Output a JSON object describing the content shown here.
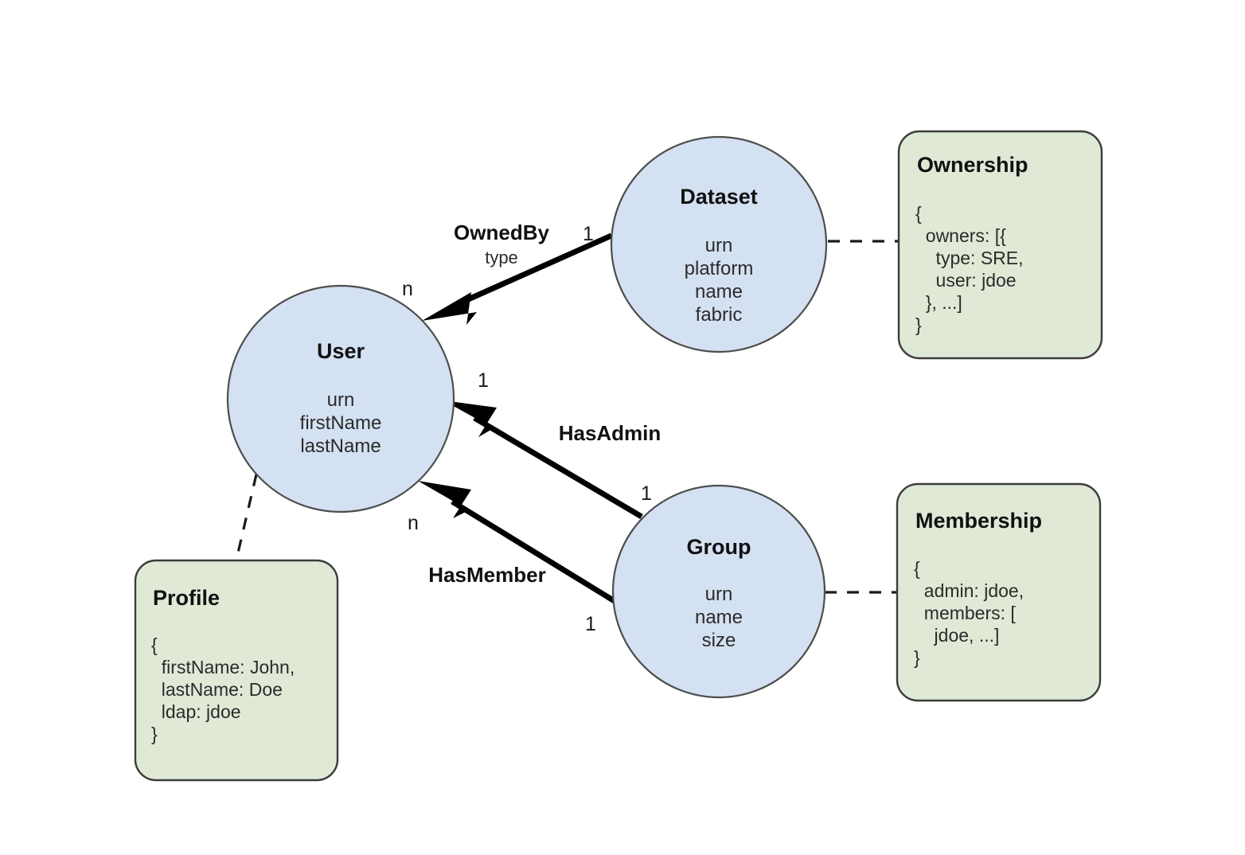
{
  "diagram": {
    "type": "entity-relationship",
    "background_color": "#ffffff",
    "entity_fill": "#d4e1f2",
    "aspect_fill": "#dfe9d5",
    "edge_color": "#000000"
  },
  "entities": {
    "dataset": {
      "title": "Dataset",
      "fields": [
        "urn",
        "platform",
        "name",
        "fabric"
      ]
    },
    "user": {
      "title": "User",
      "fields": [
        "urn",
        "firstName",
        "lastName"
      ]
    },
    "group": {
      "title": "Group",
      "fields": [
        "urn",
        "name",
        "size"
      ]
    }
  },
  "aspects": {
    "ownership": {
      "title": "Ownership",
      "lines": [
        "{",
        "  owners: [{",
        "    type: SRE,",
        "    user: jdoe",
        "  }, ...]",
        "}"
      ]
    },
    "membership": {
      "title": "Membership",
      "lines": [
        "{",
        "  admin: jdoe,",
        "  members: [",
        "    jdoe, ...]",
        "}"
      ]
    },
    "profile": {
      "title": "Profile",
      "lines": [
        "{",
        "  firstName: John,",
        "  lastName: Doe",
        "  ldap: jdoe",
        "}"
      ]
    }
  },
  "relationships": {
    "owned_by": {
      "label": "OwnedBy",
      "sublabel": "type",
      "source_cardinality": "1",
      "target_cardinality": "n"
    },
    "has_admin": {
      "label": "HasAdmin",
      "source_cardinality": "1",
      "target_cardinality": "1"
    },
    "has_member": {
      "label": "HasMember",
      "source_cardinality": "1",
      "target_cardinality": "n"
    }
  }
}
